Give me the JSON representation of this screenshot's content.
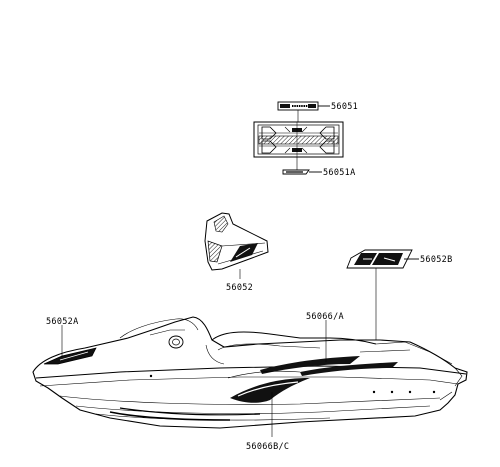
{
  "parts": {
    "p56051": "56051",
    "p56051a": "56051A",
    "p56052": "56052",
    "p56052b": "56052B",
    "p56052a": "56052A",
    "p56066a": "56066/A",
    "p56066bc": "56066B/C"
  },
  "colors": {
    "ink": "#000000",
    "paper": "#ffffff",
    "hatch": "#4a4a4a"
  }
}
